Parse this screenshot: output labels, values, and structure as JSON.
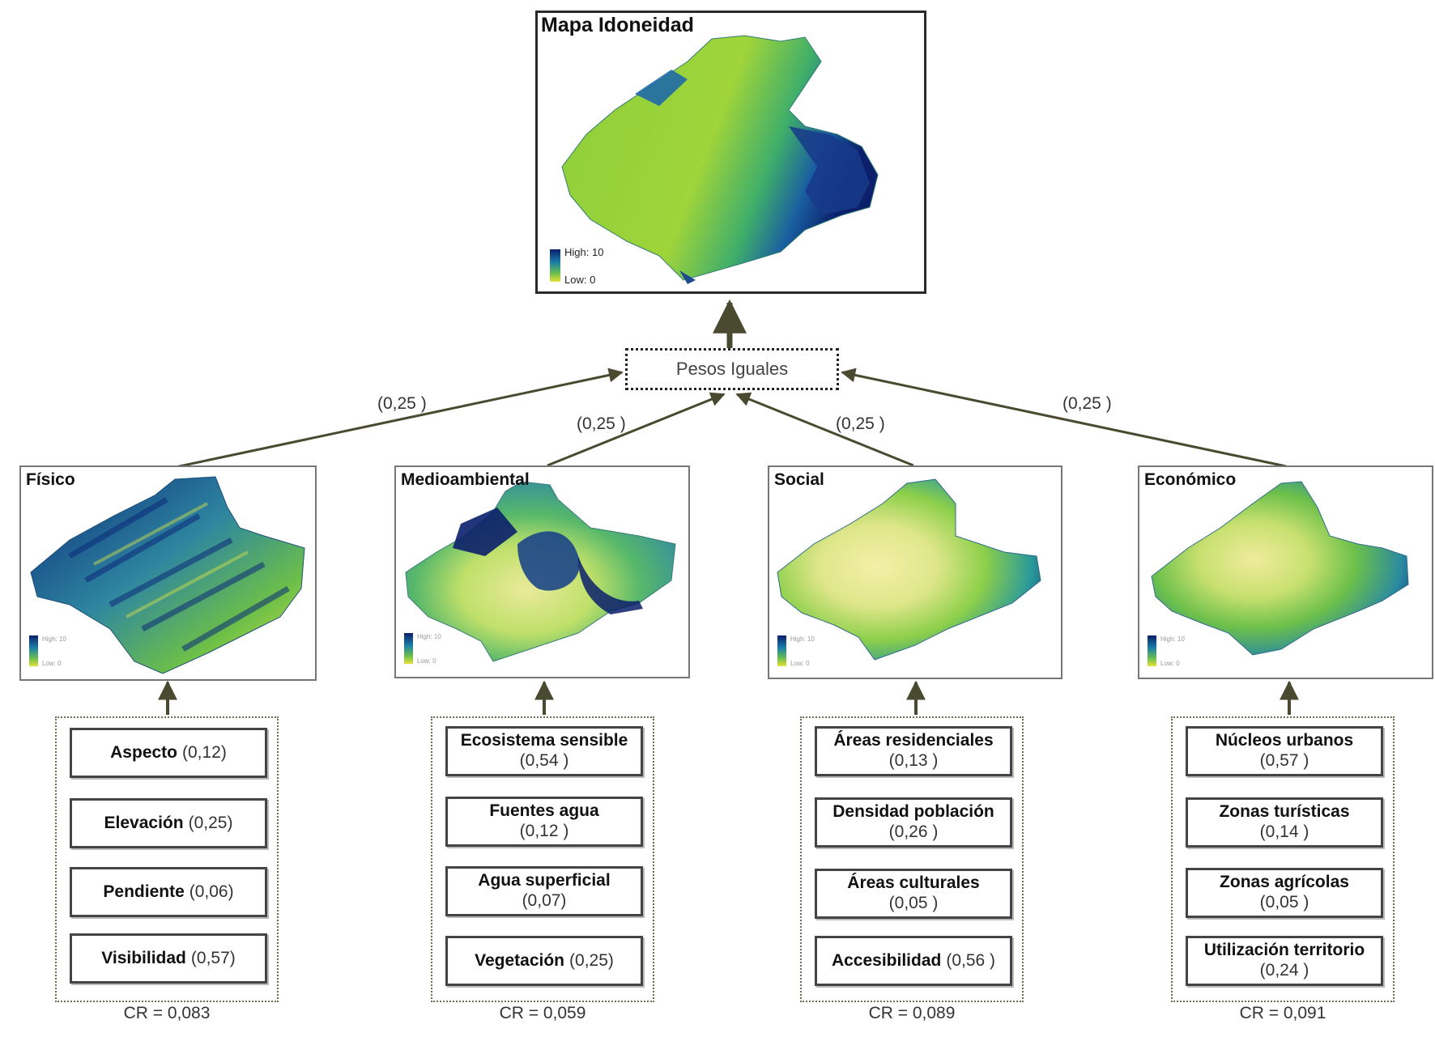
{
  "top_map": {
    "title": "Mapa Idoneidad",
    "legend_high": "High: 10",
    "legend_low": "Low: 0"
  },
  "aggregator": {
    "label": "Pesos Iguales"
  },
  "weights": [
    "(0,25 )",
    "(0,25 )",
    "(0,25 )",
    "(0,25 )"
  ],
  "factors": [
    {
      "title": "Físico",
      "legend_high": "High: 10",
      "legend_low": "Low: 0",
      "criteria": [
        {
          "name": "Aspecto",
          "weight": "(0,12)"
        },
        {
          "name": "Elevación",
          "weight": "(0,25)"
        },
        {
          "name": "Pendiente",
          "weight": "(0,06)"
        },
        {
          "name": "Visibilidad",
          "weight": "(0,57)"
        }
      ],
      "cr": "CR = 0,083"
    },
    {
      "title": "Medioambiental",
      "legend_high": "High: 10",
      "legend_low": "Low: 0",
      "criteria": [
        {
          "name": "Ecosistema sensible",
          "weight": "(0,54 )"
        },
        {
          "name": "Fuentes agua",
          "weight": "(0,12 )"
        },
        {
          "name": "Agua superficial",
          "weight": "(0,07)"
        },
        {
          "name": "Vegetación",
          "weight": "(0,25)"
        }
      ],
      "cr": "CR = 0,059"
    },
    {
      "title": "Social",
      "legend_high": "High: 10",
      "legend_low": "Low: 0",
      "criteria": [
        {
          "name": "Áreas residenciales",
          "weight": "(0,13 )"
        },
        {
          "name": "Densidad población",
          "weight": "(0,26 )"
        },
        {
          "name": "Áreas culturales",
          "weight": "(0,05 )"
        },
        {
          "name": "Accesibilidad",
          "weight": "(0,56 )"
        }
      ],
      "cr": "CR = 0,089"
    },
    {
      "title": "Económico",
      "legend_high": "High: 10",
      "legend_low": "Low: 0",
      "criteria": [
        {
          "name": "Núcleos urbanos",
          "weight": "(0,57 )"
        },
        {
          "name": "Zonas turísticas",
          "weight": "(0,14 )"
        },
        {
          "name": "Zonas agrícolas",
          "weight": "(0,05 )"
        },
        {
          "name": "Utilización territorio",
          "weight": "(0,24 )"
        }
      ],
      "cr": "CR = 0,091"
    }
  ],
  "colors": {
    "arrow": "#4a4a30",
    "ramp_high": "#0b1f6b",
    "ramp_mid": "#6cc04a",
    "ramp_low": "#f0ec9a"
  }
}
